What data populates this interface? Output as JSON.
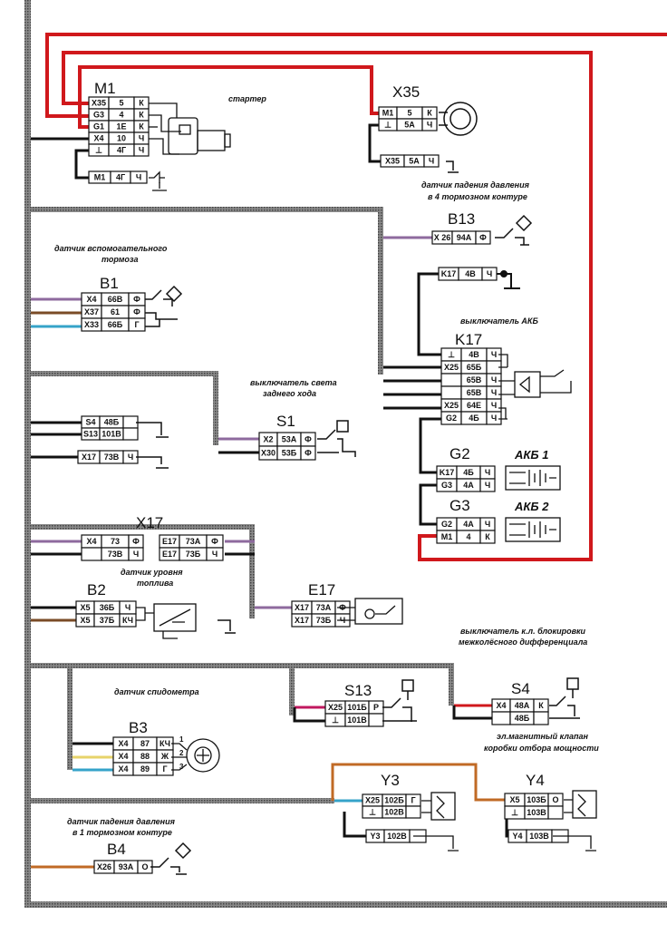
{
  "colors": {
    "ground": "#555555",
    "power": "#d0181c",
    "purple": "#8e6a9e",
    "blue": "#35a3c9",
    "brown": "#7a4b26",
    "orange": "#c06a25",
    "yellow": "#e7d36a",
    "wire": "#111111"
  },
  "labels": {
    "m1": "M1",
    "x35": "X35",
    "b13": "B13",
    "b1": "B1",
    "k17": "K17",
    "s1": "S1",
    "g2": "G2",
    "g3": "G3",
    "akb1": "АКБ 1",
    "akb2": "АКБ 2",
    "x17": "X17",
    "b2": "B2",
    "e17": "E17",
    "s13": "S13",
    "s4": "S4",
    "b3": "B3",
    "y3": "Y3",
    "y4": "Y4",
    "b4": "B4"
  },
  "captions": {
    "starter": "стартер",
    "x35_1": "датчик падения давления",
    "x35_2": "в 4 тормозном контуре",
    "b1_1": "датчик вспомогательного",
    "b1_2": "тормоза",
    "k17": "выключатель АКБ",
    "s1_1": "выключатель света",
    "s1_2": "заднего хода",
    "b2_1": "датчик уровня",
    "b2_2": "топлива",
    "lock_1": "выключатель к.л. блокировки",
    "lock_2": "межколёсного дифференциала",
    "b3": "датчик спидометра",
    "valve_1": "эл.магнитный клапан",
    "valve_2": "коробки отбора мощности",
    "b4_1": "датчик падения давления",
    "b4_2": "в 1 тормозном контуре"
  },
  "connectors": {
    "m1_main": [
      [
        "X35",
        "5",
        "К"
      ],
      [
        "G3",
        "4",
        "К"
      ],
      [
        "G1",
        "1Е",
        "К"
      ],
      [
        "X4",
        "10",
        "Ч"
      ],
      [
        "⊥",
        "4Г",
        "Ч"
      ]
    ],
    "m1_gnd": [
      [
        "M1",
        "4Г",
        "Ч"
      ]
    ],
    "x35_main": [
      [
        "M1",
        "5",
        "К"
      ],
      [
        "⊥",
        "5А",
        "Ч"
      ]
    ],
    "x35_gnd": [
      [
        "X35",
        "5А",
        "Ч"
      ]
    ],
    "b13": [
      [
        "X 26",
        "94А",
        "Ф"
      ]
    ],
    "b1": [
      [
        "X4",
        "66В",
        "Ф"
      ],
      [
        "X37",
        "61",
        "Ф"
      ],
      [
        "X33",
        "66Б",
        "Г"
      ]
    ],
    "k17_top": [
      [
        "K17",
        "4В",
        "Ч"
      ]
    ],
    "k17_main": [
      [
        "⊥",
        "4В",
        "Ч"
      ],
      [
        "X25",
        "65Б",
        ""
      ],
      [
        "",
        "65В",
        "Ч"
      ],
      [
        "",
        "65В",
        "Ч"
      ],
      [
        "X25",
        "64Е",
        "Ч"
      ],
      [
        "G2",
        "4Б",
        "Ч"
      ]
    ],
    "s4_left": [
      [
        "S4",
        "48Б",
        ""
      ],
      [
        "S13",
        "101В",
        ""
      ]
    ],
    "x17_left": [
      [
        "X17",
        "73В",
        "Ч"
      ]
    ],
    "s1": [
      [
        "X2",
        "53А",
        "Ф"
      ],
      [
        "X30",
        "53Б",
        "Ф"
      ]
    ],
    "g2": [
      [
        "K17",
        "4Б",
        "Ч"
      ],
      [
        "G3",
        "4А",
        "Ч"
      ]
    ],
    "g3": [
      [
        "G2",
        "4А",
        "Ч"
      ],
      [
        "M1",
        "4",
        "К"
      ]
    ],
    "x17_a": [
      [
        "X4",
        "73",
        "Ф"
      ],
      [
        "",
        "73В",
        "Ч"
      ]
    ],
    "x17_b": [
      [
        "E17",
        "73А",
        "Ф"
      ],
      [
        "E17",
        "73Б",
        "Ч"
      ]
    ],
    "b2": [
      [
        "X5",
        "36Б",
        "Ч"
      ],
      [
        "X5",
        "37Б",
        "КЧ"
      ]
    ],
    "e17": [
      [
        "X17",
        "73А",
        "Ф"
      ],
      [
        "X17",
        "73Б",
        "Ч"
      ]
    ],
    "s13": [
      [
        "X25",
        "101Б",
        "Р"
      ],
      [
        "⊥",
        "101В",
        ""
      ]
    ],
    "s4": [
      [
        "X4",
        "48А",
        "К"
      ],
      [
        "",
        "48Б",
        ""
      ]
    ],
    "b3": [
      [
        "X4",
        "87",
        "КЧ"
      ],
      [
        "X4",
        "88",
        "Ж"
      ],
      [
        "X4",
        "89",
        "Г"
      ]
    ],
    "y3": [
      [
        "X25",
        "102Б",
        "Г"
      ],
      [
        "⊥",
        "102В",
        ""
      ]
    ],
    "y3_gnd": [
      [
        "Y3",
        "102В",
        ""
      ]
    ],
    "y4": [
      [
        "X5",
        "103Б",
        "О"
      ],
      [
        "⊥",
        "103В",
        ""
      ]
    ],
    "y4_gnd": [
      [
        "Y4",
        "103В",
        ""
      ]
    ],
    "b4": [
      [
        "X26",
        "93А",
        "О"
      ]
    ]
  },
  "b3_pins": [
    "1",
    "2",
    "3"
  ]
}
